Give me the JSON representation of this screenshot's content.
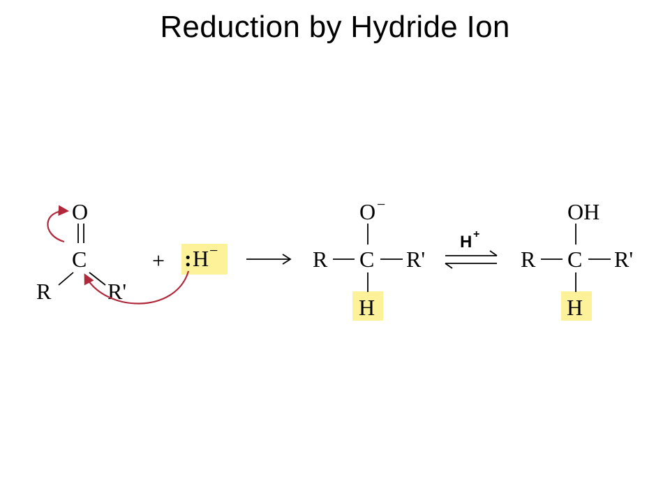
{
  "title": "Reduction by Hydride Ion",
  "colors": {
    "highlight": "#fdf29a",
    "curved_arrow": "#b0283a"
  },
  "reactant": {
    "oxygen": "O",
    "carbon": "C",
    "left_group": "R",
    "right_group": "R'"
  },
  "plus": "+",
  "hydride": {
    "lone_pair": ":",
    "symbol": "H",
    "charge": "−"
  },
  "intermediate": {
    "oxygen": "O",
    "charge": "−",
    "carbon": "C",
    "left_group": "R",
    "right_group": "R'",
    "hydrogen": "H"
  },
  "equilibrium_reagent": {
    "symbol": "H",
    "charge": "+"
  },
  "product": {
    "hydroxyl": "OH",
    "carbon": "C",
    "left_group": "R",
    "right_group": "R'",
    "hydrogen": "H"
  }
}
